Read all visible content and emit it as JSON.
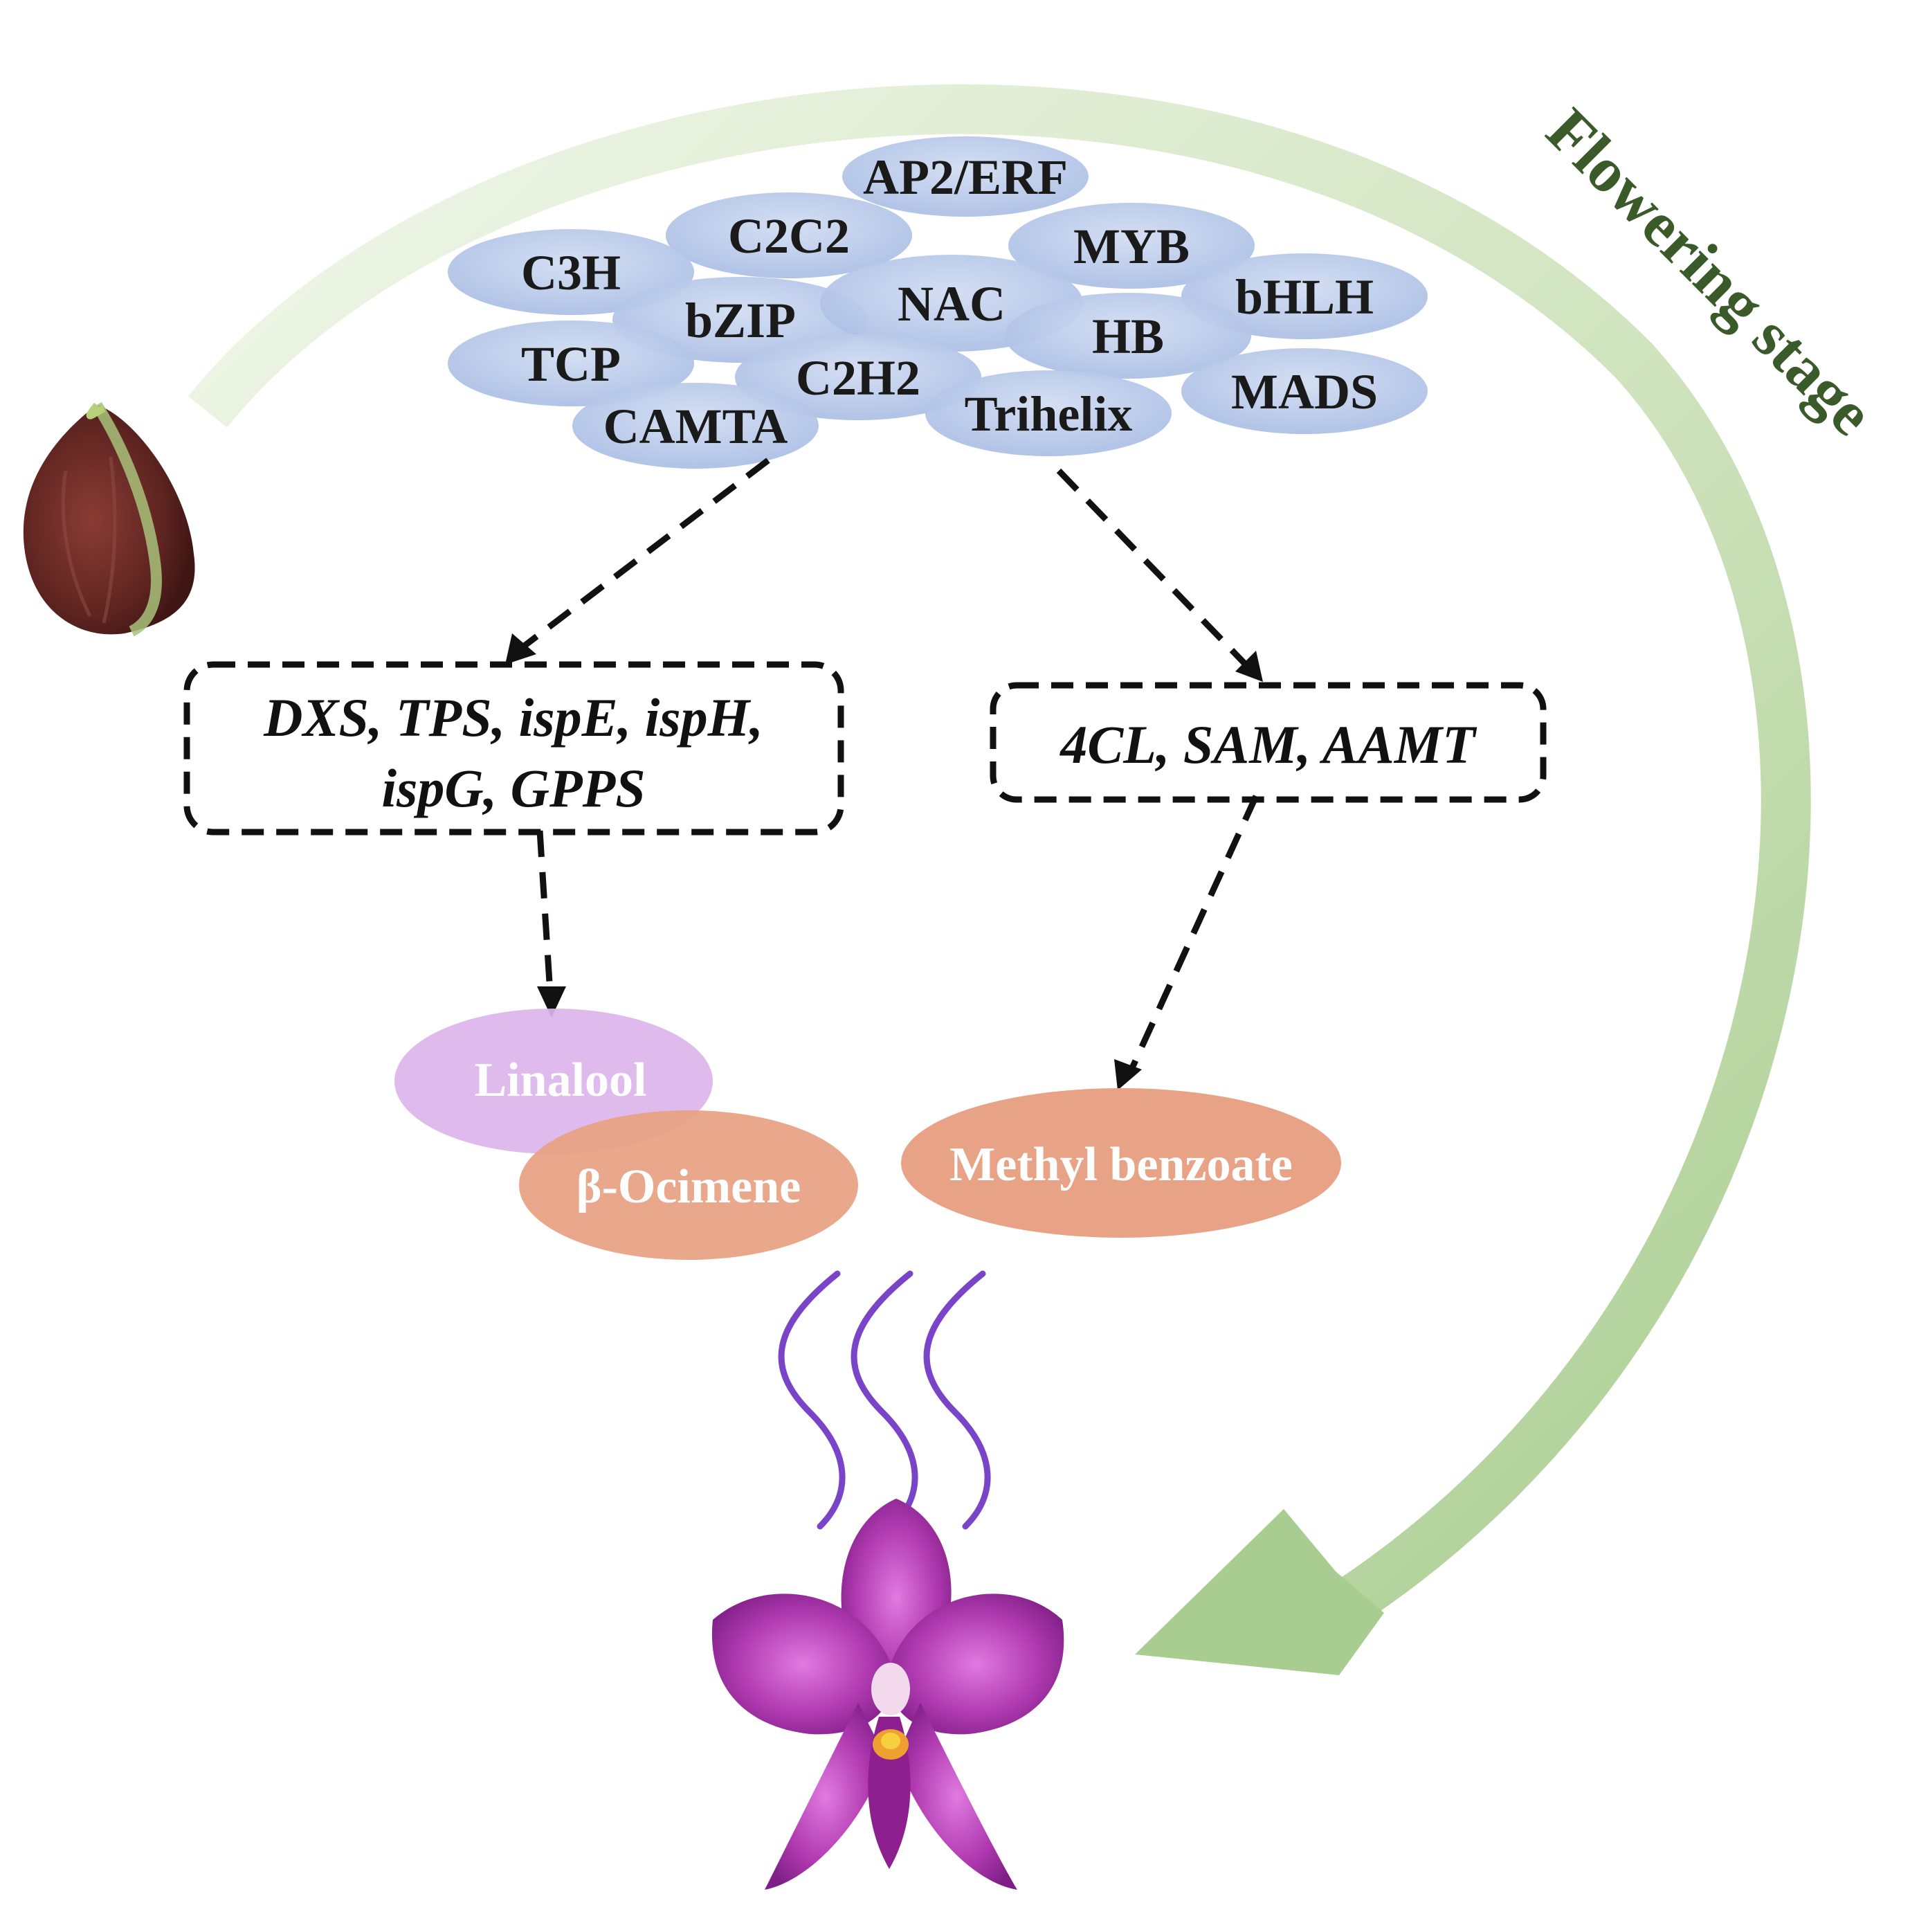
{
  "stage_label": "Flowering stage",
  "transcription_factors": [
    "AP2/ERF",
    "C2C2",
    "MYB",
    "C3H",
    "bZIP",
    "NAC",
    "bHLH",
    "TCP",
    "HB",
    "C2H2",
    "MADS",
    "CAMTA",
    "Trihelix"
  ],
  "gene_boxes": {
    "terpene": {
      "line1": "DXS, TPS, ispE, ispH,",
      "line2": "ispG, GPPS"
    },
    "benzenoid": {
      "line1": "4CL, SAM, AAMT"
    }
  },
  "compounds": {
    "linalool": "Linalool",
    "ocimene": "β-Ocimene",
    "methyl_benzoate": "Methyl benzoate"
  },
  "colors": {
    "tf_oval": "#b8c8e8",
    "linalool": "#dcb4ec",
    "orange_compound": "#e8a285",
    "stage_arrow": "#a8cc90",
    "stage_text": "#3a5a2a",
    "scent_lines": "#7a44c8",
    "orchid": "#b03ab0",
    "bud": "#6e2a2a"
  },
  "icons": [
    "flower-bud-image",
    "orchid-flower-image",
    "scent-wave-icon"
  ]
}
